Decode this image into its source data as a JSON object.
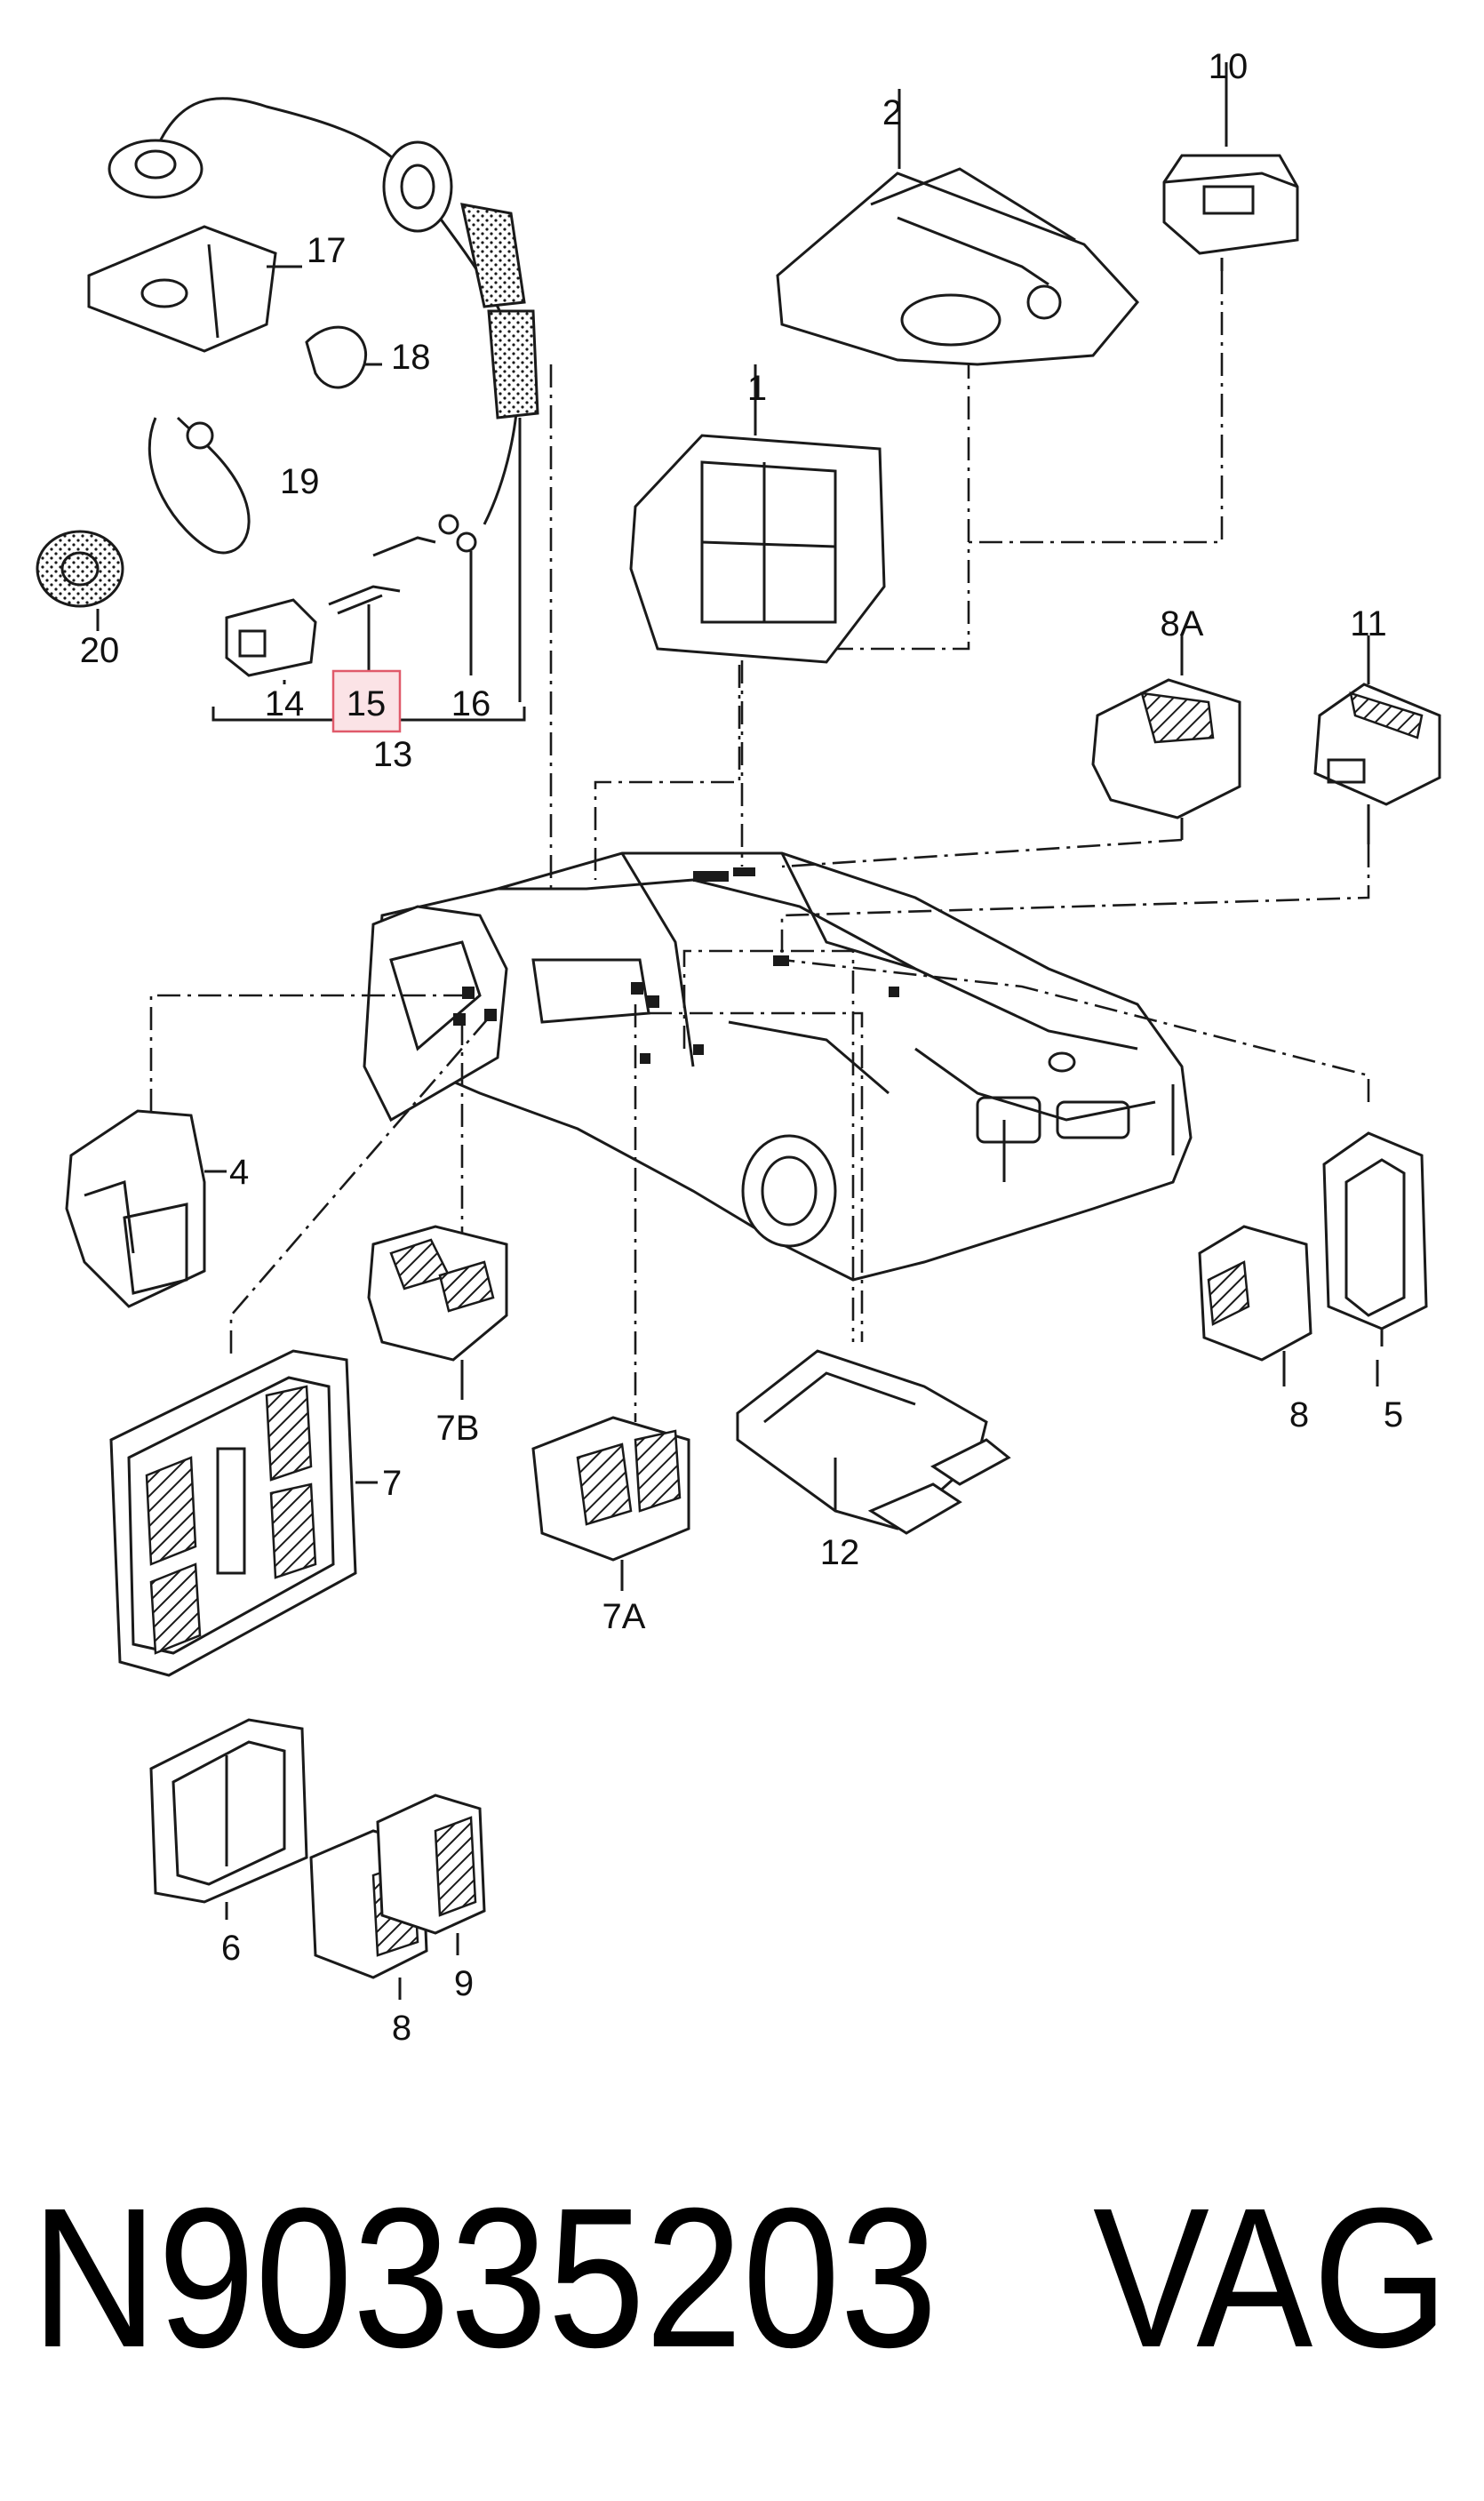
{
  "labels": {
    "p1": "1",
    "p2": "2",
    "p4": "4",
    "p5": "5",
    "p6": "6",
    "p7": "7",
    "p7a": "7A",
    "p7b": "7B",
    "p8_right": "8",
    "p8_bottom": "8",
    "p8a": "8A",
    "p9": "9",
    "p10": "10",
    "p11": "11",
    "p12": "12",
    "p13": "13",
    "p14": "14",
    "p15": "15",
    "p16": "16",
    "p17": "17",
    "p18": "18",
    "p19": "19",
    "p20": "20"
  },
  "caption": {
    "part_number": "N90335203",
    "brand": "VAG"
  },
  "colors": {
    "line": "#1a1a1a",
    "highlight_border": "#e05a6a",
    "highlight_fill": "#fbe3e6",
    "background": "#ffffff"
  }
}
